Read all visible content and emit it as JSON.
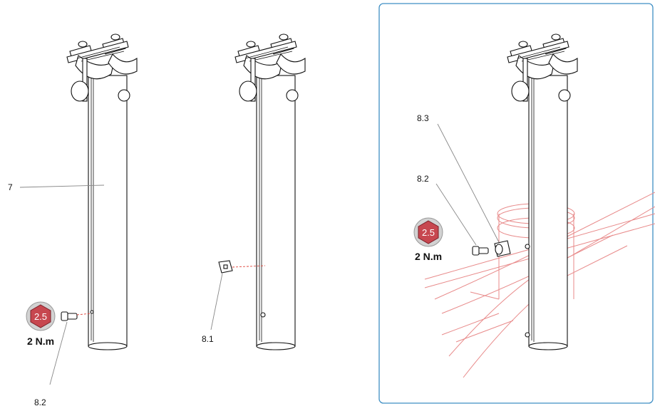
{
  "colors": {
    "frame_outline": "#e88a8a",
    "hex_fill": "#c7474f",
    "hex_ring": "#d2d2d2",
    "panel_border": "#3f8fc4",
    "guide_line": "#e0473f"
  },
  "steps": [
    {
      "part_labels": {
        "post": "7",
        "bolt": "8.2"
      },
      "torque": {
        "hex_size": "2.5",
        "value": "2 N.m"
      }
    },
    {
      "part_labels": {
        "clip": "8.1"
      }
    },
    {
      "part_labels": {
        "wedge": "8.3",
        "bolt": "8.2"
      },
      "torque": {
        "hex_size": "2.5",
        "value": "2 N.m"
      }
    }
  ]
}
